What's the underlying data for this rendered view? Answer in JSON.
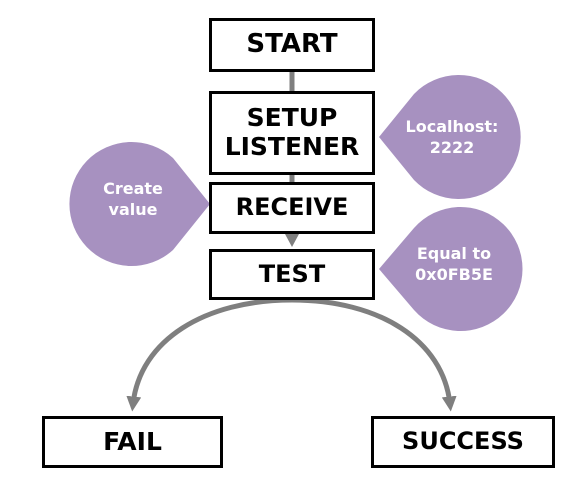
{
  "colors": {
    "bubble": "#a791c0",
    "line": "#7f7f7f",
    "box_border": "#000000",
    "box_text": "#000000",
    "bubble_text": "#ffffff"
  },
  "steps": {
    "start": {
      "label": "START"
    },
    "setup": {
      "line1": "SETUP",
      "line2": "LISTENER"
    },
    "receive": {
      "label": "RECEIVE"
    },
    "test": {
      "label": "TEST"
    }
  },
  "outcomes": {
    "fail": {
      "label": "FAIL"
    },
    "success": {
      "label": "SUCCESS"
    }
  },
  "annotations": {
    "localhost": {
      "line1": "Localhost:",
      "line2": "2222"
    },
    "create_value": {
      "line1": "Create",
      "line2": "value"
    },
    "equal_to": {
      "line1": "Equal to",
      "line2": "0x0FB5E"
    }
  }
}
